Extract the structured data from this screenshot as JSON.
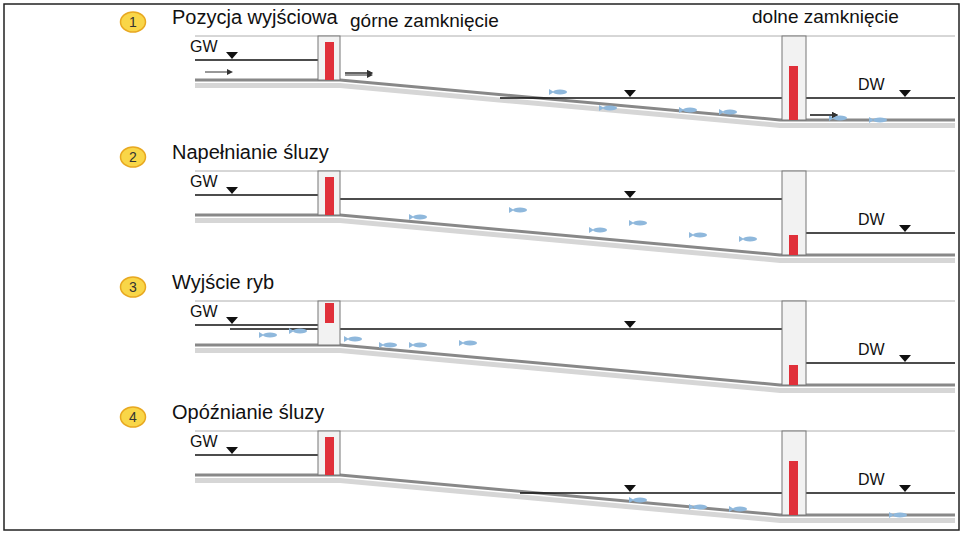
{
  "diagram": {
    "nodes": [
      {
        "text": [
          "1"
        ]
      },
      {
        "text": [
          "2"
        ]
      },
      {
        "text": [
          "3"
        ]
      },
      {
        "text": [
          "4"
        ]
      }
    ],
    "labels": [
      "Pozycja wyjściowa",
      "GW",
      "górne zamknięcie",
      "dolne zamknięcie",
      "DW",
      "Napełnianie śluzy",
      "GW",
      "DW",
      "Wyjście ryb",
      "GW",
      "DW",
      "Opóźnianie śluzy",
      "GW",
      "DW"
    ]
  }
}
